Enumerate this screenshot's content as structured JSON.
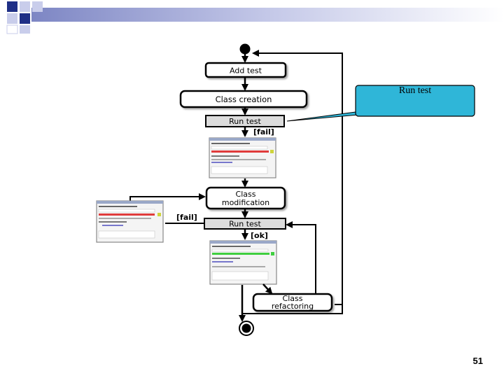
{
  "nodes": {
    "add_test": "Add test",
    "class_creation": "Class creation",
    "run_test_1": "Run test",
    "class_modification_line1": "Class",
    "class_modification_line2": "modification",
    "run_test_2": "Run test",
    "class_refactoring_line1": "Class",
    "class_refactoring_line2": "refactoring"
  },
  "guards": {
    "fail_top": "[fail]",
    "fail_left": "[fail]",
    "ok": "[ok]"
  },
  "callout": {
    "text": "Run test"
  },
  "slide_number": "51",
  "colors": {
    "square_dark": "#1f2f86",
    "square_light": "#c9cdeb",
    "callout_fill": "#2fb6d8",
    "run_test_fill": "#dcdcdc",
    "status_fail": "#e03b3b",
    "status_ok": "#3fcf3f"
  }
}
